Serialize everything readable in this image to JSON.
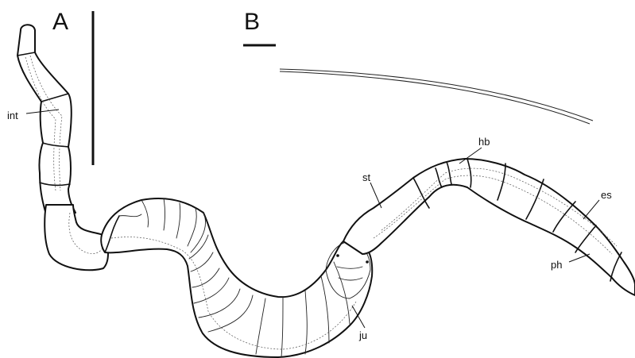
{
  "panels": {
    "a": "A",
    "b": "B"
  },
  "labels": {
    "int": "int",
    "st": "st",
    "hb": "hb",
    "es": "es",
    "ph": "ph",
    "ju": "ju"
  }
}
